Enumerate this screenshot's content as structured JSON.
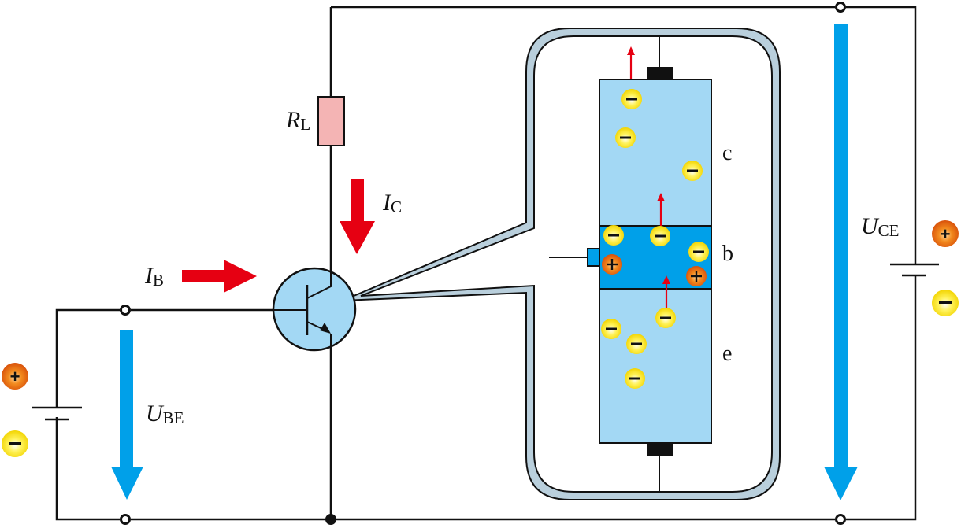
{
  "diagram": {
    "title": "NPN transistor amplification: carrier flow in common-emitter circuit",
    "labels": {
      "resistor": {
        "main": "R",
        "sub": "L"
      },
      "collector_current": {
        "main": "I",
        "sub": "C"
      },
      "base_current": {
        "main": "I",
        "sub": "B"
      },
      "base_emitter_voltage": {
        "main": "U",
        "sub": "BE"
      },
      "collector_emitter_voltage": {
        "main": "U",
        "sub": "CE"
      }
    },
    "regions": {
      "collector": "c",
      "base": "b",
      "emitter": "e"
    },
    "polarity": {
      "plus": "+",
      "minus": "−"
    },
    "colors": {
      "wire": "#111111",
      "current_arrow": "#e60012",
      "voltage_arrow": "#00a0e9",
      "resistor_fill": "#f4b4b4",
      "transistor_fill": "#a3d8f4",
      "collector_emitter_fill": "#a3d8f4",
      "base_fill": "#00a0e9",
      "callout_border": "#b9cfdc",
      "electron": "#ffe600",
      "hole": "#e8600a",
      "flow_arrow": "#e60012"
    },
    "carriers": {
      "collector_electrons": 3,
      "base_electrons": 3,
      "base_holes": 2,
      "emitter_electrons": 4
    }
  }
}
